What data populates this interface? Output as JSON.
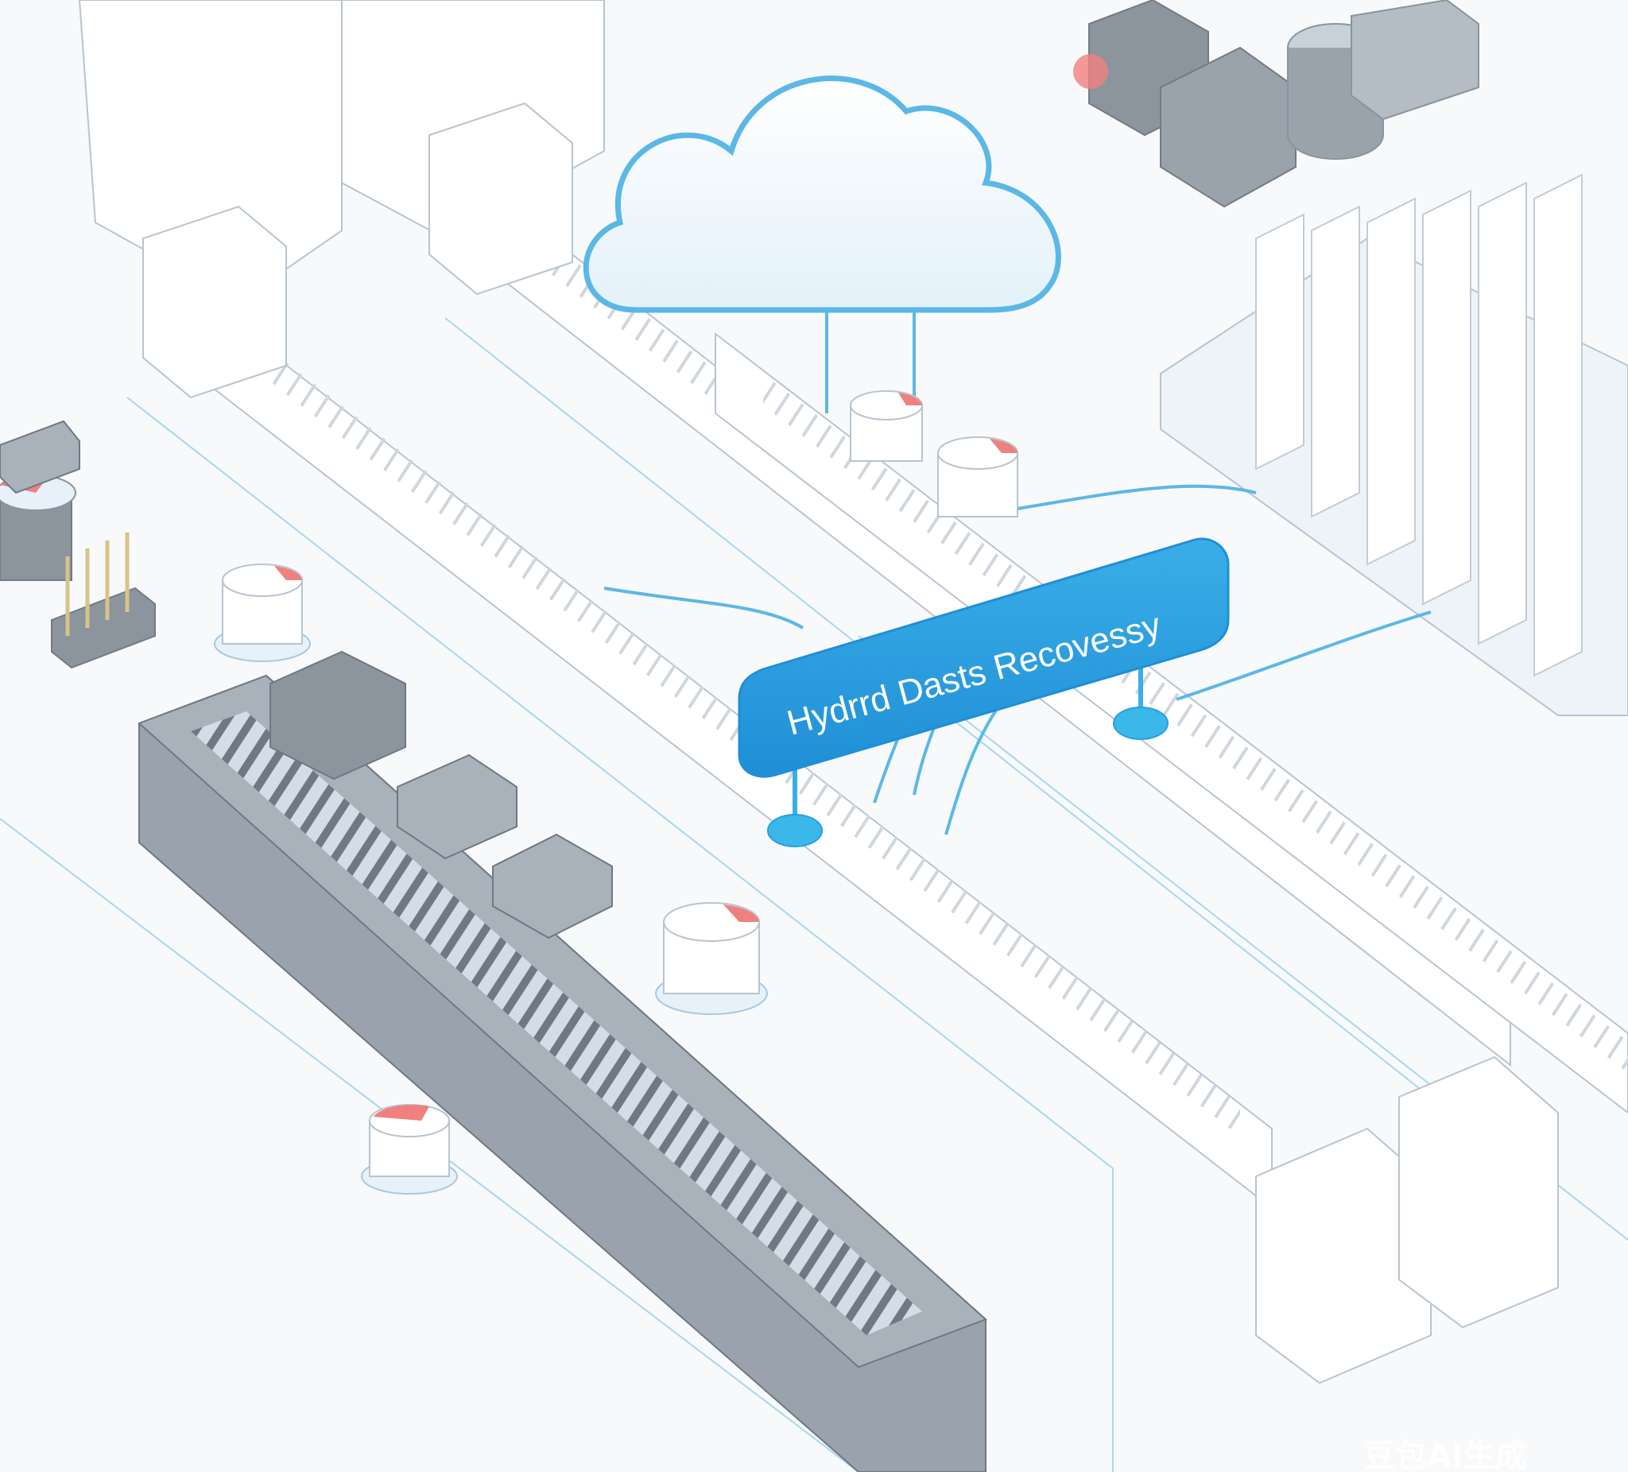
{
  "scene": {
    "description": "Isometric illustration of a motherboard with DIMM slots, a PCIe slot, capacitors, heatsink, server drives and a cloud connected by blue data lines",
    "label": {
      "text": "Hydrrd Dasts Recovessy"
    },
    "watermark": {
      "text": "豆包AI生成"
    },
    "colors": {
      "background": "#f7f9fb",
      "line_blue": "#5bb8e6",
      "label_blue": "#2a9ee0",
      "slot_gray": "#8c949e",
      "cap_red": "#f08080",
      "outline": "#b8c4cf"
    }
  }
}
